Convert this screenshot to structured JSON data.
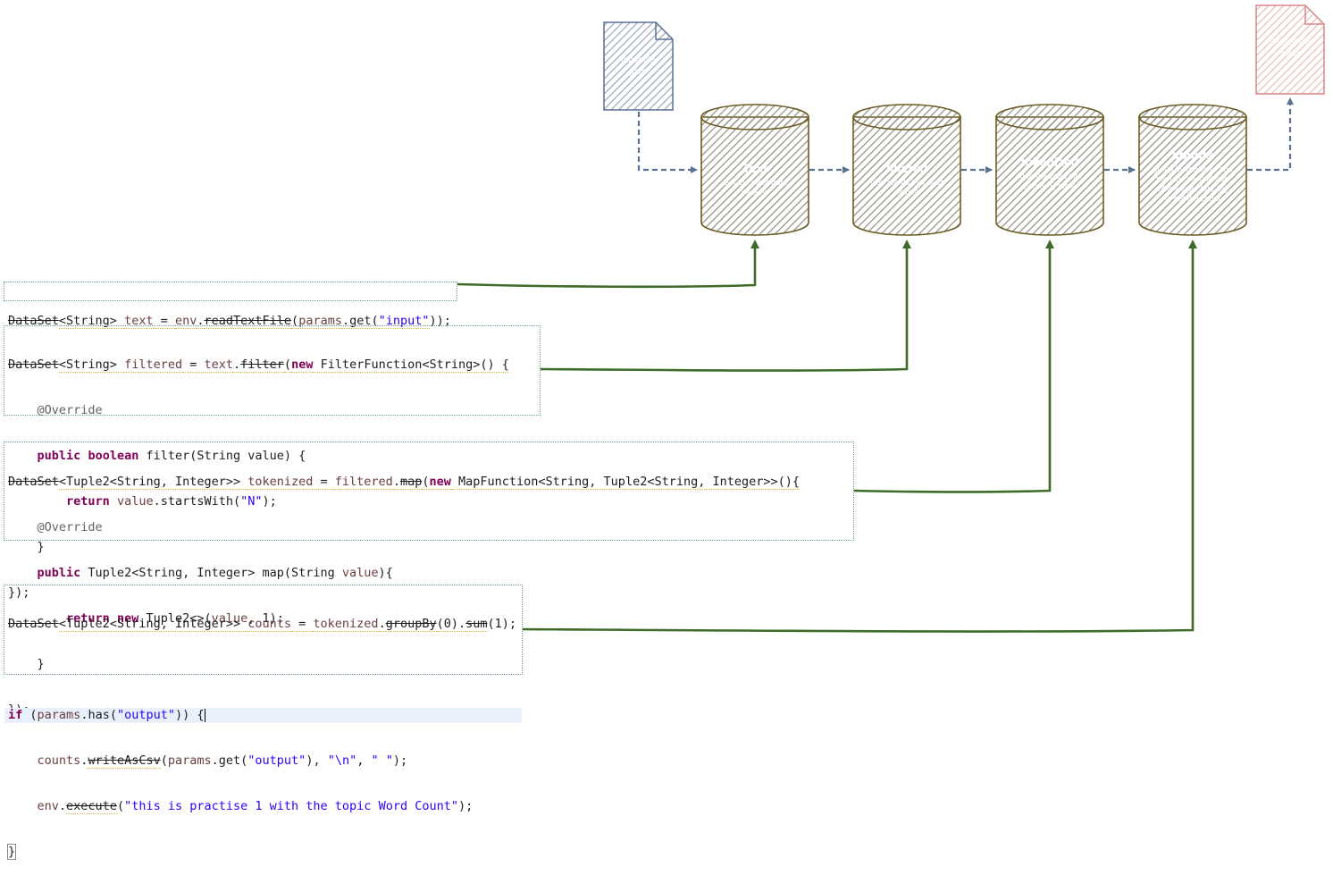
{
  "nodes": {
    "input_doc": {
      "label_lines": [
        "Input file",
        "path"
      ]
    },
    "output_doc": {
      "label_lines": [
        "Output file",
        "path"
      ]
    },
    "text": {
      "title": "Text",
      "desc_lines": [
        "Get the input from",
        "params"
      ]
    },
    "filtered": {
      "title": "filtered",
      "desc_lines": [
        "filter words that start",
        "with N"
      ]
    },
    "tokenized": {
      "title": "tokenized",
      "desc_lines": [
        "map the word into",
        "(word, 1) tuple"
      ]
    },
    "counts": {
      "title": "counts",
      "desc_lines": [
        "group by the word and",
        "sum the second part",
        "of the tuple (the 1s)",
        "to get the count"
      ]
    }
  },
  "code": {
    "block1": {
      "l1": {
        "a": "DataSet",
        "b": "<String> ",
        "c": "text",
        "d": " = ",
        "e": "env",
        "f": ".",
        "g": "readTextFile",
        "h": "(",
        "i": "params",
        "j": ".get(",
        "k": "\"input\"",
        "l": "));"
      }
    },
    "block2": {
      "l1": {
        "a": "DataSet",
        "b": "<String> ",
        "c": "filtered",
        "d": " = ",
        "e": "text",
        "f": ".",
        "g": "filter",
        "h": "(",
        "i": "new",
        "j": " FilterFunction<String>() {"
      },
      "l2": {
        "a": "    ",
        "b": "@Override"
      },
      "l3": {
        "a": "    ",
        "b": "public",
        "c": " ",
        "d": "boolean",
        "e": " filter(String value) {"
      },
      "l4": {
        "a": "        ",
        "b": "return",
        "c": " ",
        "d": "value",
        "e": ".startsWith(",
        "f": "\"N\"",
        "g": ");"
      },
      "l5": {
        "a": "    }"
      },
      "l6": {
        "a": "});"
      }
    },
    "block3": {
      "l1": {
        "a": "DataSet",
        "b": "<Tuple2<String, Integer>> ",
        "c": "tokenized",
        "d": " = ",
        "e": "filtered",
        "f": ".",
        "g": "map",
        "h": "(",
        "i": "new",
        "j": " MapFunction<String, Tuple2<String, Integer>>(){"
      },
      "l2": {
        "a": "    ",
        "b": "@Override"
      },
      "l3": {
        "a": "    ",
        "b": "public",
        "c": " Tuple2<String, Integer> map(String ",
        "d": "value",
        "e": "){"
      },
      "l4": {
        "a": "        ",
        "b": "return",
        "c": " ",
        "d": "new",
        "e": " Tuple2<>(",
        "f": "value",
        "g": ", 1);"
      },
      "l5": {
        "a": "    }"
      },
      "l6": {
        "a": "});"
      }
    },
    "block4": {
      "l1": {
        "a": "DataSet",
        "b": "<Tuple2<String, Integer>> ",
        "c": "counts",
        "d": " = ",
        "e": "tokenized",
        "f": ".",
        "g": "groupBy",
        "h": "(0).",
        "i": "sum",
        "j": "(1);"
      },
      "l2": {
        "a": ""
      },
      "l3": {
        "a": "if",
        "b": " (",
        "c": "params",
        "d": ".has(",
        "e": "\"output\"",
        "f": ")) {"
      },
      "l4": {
        "a": "    ",
        "b": "counts",
        "c": ".",
        "d": "writeAsCsv",
        "e": "(",
        "f": "params",
        "g": ".get(",
        "h": "\"output\"",
        "i": "), ",
        "j": "\"\\n\"",
        "k": ", ",
        "l": "\" \"",
        "m": ");"
      },
      "l5": {
        "a": "    ",
        "b": "env",
        "c": ".",
        "d": "execute",
        "e": "(",
        "f": "\"this is practise 1 with the topic Word Count\"",
        "g": ");"
      },
      "l6": {
        "a": "}"
      }
    }
  },
  "colors": {
    "cylinder_stroke": "#6b5a22",
    "cylinder_fill": "#8a8478",
    "input_doc_stroke": "#5a7196",
    "output_doc_stroke": "#d98686",
    "flow_arrow": "#5a7196",
    "link_line": "#3e6b2a"
  }
}
